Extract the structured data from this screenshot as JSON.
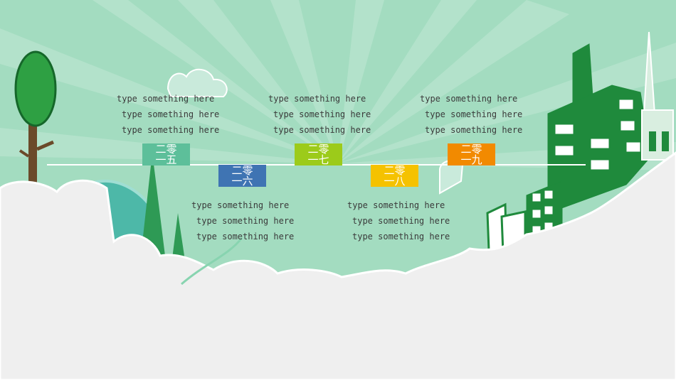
{
  "colors": {
    "background": "#a3dcc0",
    "cloud": "#f0f0f0",
    "dark_green": "#1f8a3c",
    "teal": "#4db8a8"
  },
  "timeline": {
    "years": [
      {
        "line1": "二零",
        "line2": "一五",
        "color": "#5dbf9a"
      },
      {
        "line1": "二零",
        "line2": "一六",
        "color": "#3f74b3"
      },
      {
        "line1": "二零",
        "line2": "一七",
        "color": "#9ccb1a"
      },
      {
        "line1": "二零",
        "line2": "一八",
        "color": "#f5c200"
      },
      {
        "line1": "二零",
        "line2": "一九",
        "color": "#f28a00"
      }
    ],
    "text_blocks": [
      {
        "lines": [
          "type something here",
          "type something here",
          "type something here"
        ]
      },
      {
        "lines": [
          "type something here",
          "type something here",
          "type something here"
        ]
      },
      {
        "lines": [
          "type something here",
          "type something here",
          "type something here"
        ]
      },
      {
        "lines": [
          "type something here",
          "type something here",
          "type something here"
        ]
      },
      {
        "lines": [
          "type something here",
          "type something here",
          "type something here"
        ]
      }
    ]
  }
}
